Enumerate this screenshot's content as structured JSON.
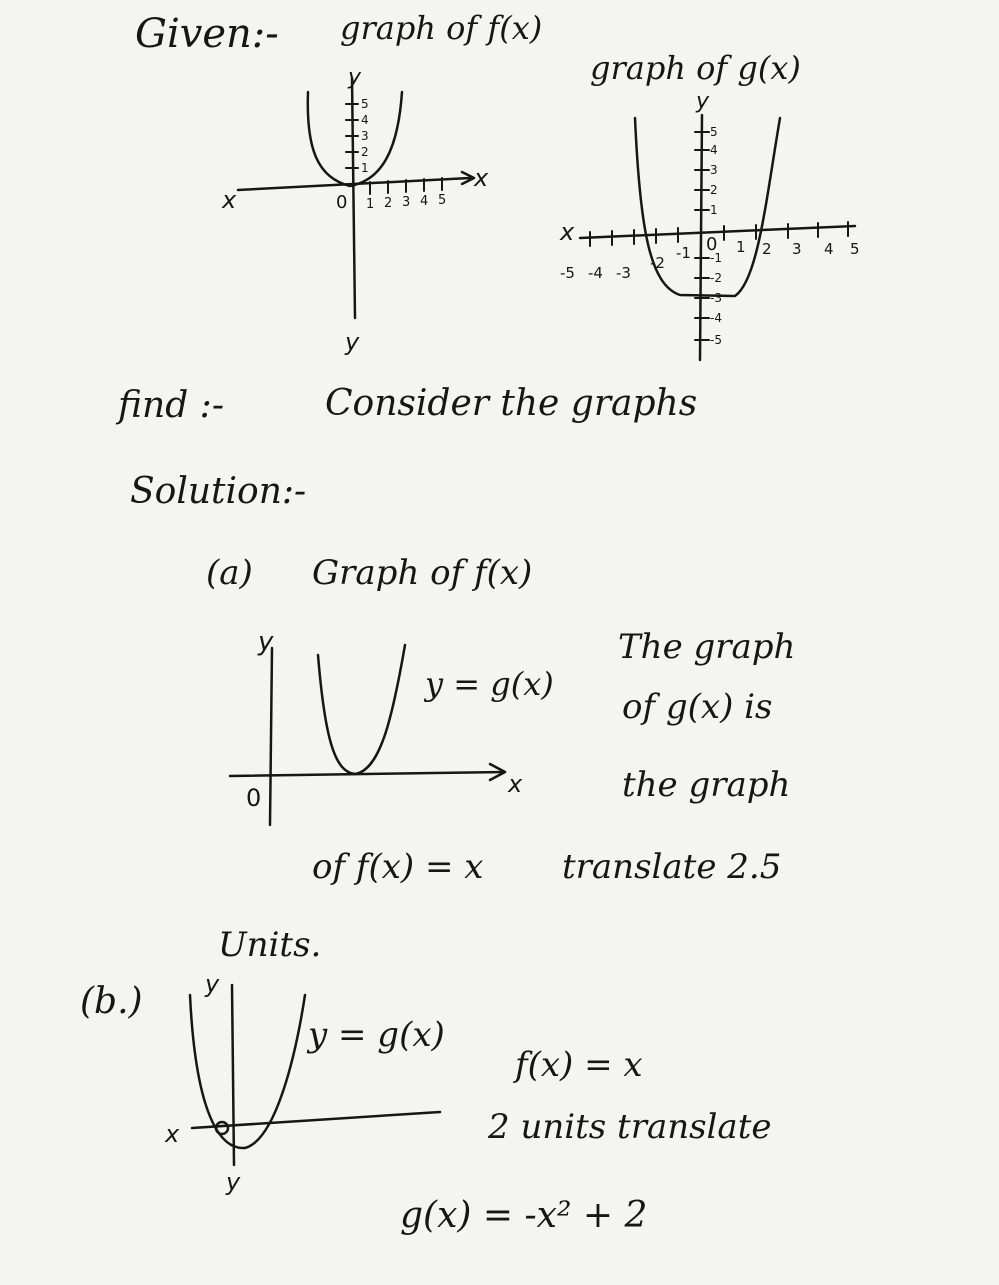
{
  "given": {
    "label": "Given:-",
    "graph_f_title": "graph of f(x)",
    "graph_g_title": "graph of g(x)"
  },
  "graph_f": {
    "axis_x_left": "x",
    "axis_x_right": "x",
    "axis_y_top": "y",
    "axis_y_bottom": "y",
    "origin": "0",
    "x_ticks": [
      "1",
      "2",
      "3",
      "4",
      "5"
    ],
    "y_ticks": [
      "1",
      "2",
      "3",
      "4",
      "5"
    ]
  },
  "graph_g": {
    "axis_x_left": "x",
    "axis_y_top": "y",
    "origin": "0",
    "x_ticks_pos": [
      "1",
      "2",
      "3",
      "4",
      "5"
    ],
    "x_ticks_neg": [
      "-5",
      "-4",
      "-3",
      "-2",
      "-1"
    ],
    "y_ticks_pos": [
      "1",
      "2",
      "3",
      "4",
      "5"
    ],
    "y_ticks_neg": [
      "-1",
      "-2",
      "-3",
      "-4",
      "-5"
    ]
  },
  "find": {
    "label": "find :-",
    "text": "Consider the graphs"
  },
  "solution": {
    "label": "Solution:-"
  },
  "part_a": {
    "label": "(a)",
    "title": "Graph of f(x)",
    "axis_y": "y",
    "axis_x": "x",
    "origin": "0",
    "curve_label": "y = g(x)",
    "explanation_lines": [
      "The graph",
      "of g(x) is",
      "the graph"
    ],
    "continuation": "of f(x) = x",
    "translate": "translate 2.5",
    "units": "Units."
  },
  "part_b": {
    "label": "(b.)",
    "axis_y_top": "y",
    "axis_y_bottom": "y",
    "axis_x": "x",
    "curve_label": "y = g(x)",
    "line1": "f(x) = x",
    "line2": "2 units translate",
    "result": "g(x) = -x² + 2"
  }
}
